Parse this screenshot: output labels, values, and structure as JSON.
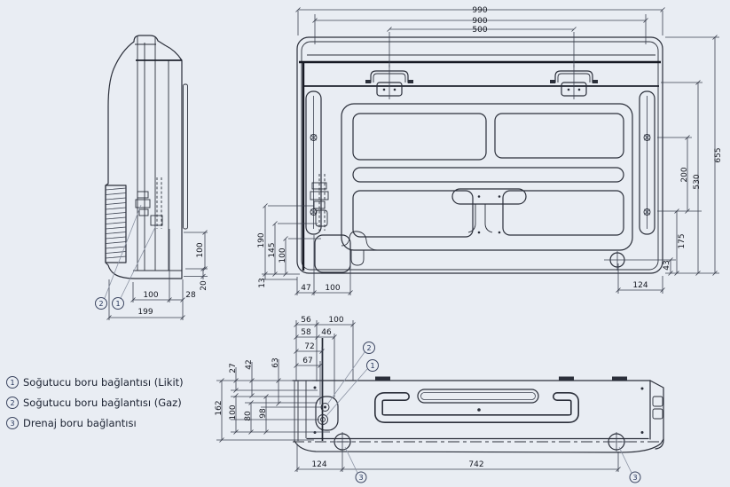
{
  "markers": {
    "one": "1",
    "two": "2",
    "three": "3"
  },
  "legend": {
    "items": [
      {
        "num": "1",
        "label": "Soğutucu boru bağlantısı (Likit)"
      },
      {
        "num": "2",
        "label": "Soğutucu boru bağlantısı (Gaz)"
      },
      {
        "num": "3",
        "label": "Drenaj boru bağlantısı"
      }
    ]
  },
  "front_view": {
    "dims": {
      "w990": "990",
      "w900": "900",
      "w500": "500",
      "h655": "655",
      "h530": "530",
      "h200": "200",
      "h175": "175",
      "h43": "43",
      "w124": "124",
      "h190": "190",
      "h145": "145",
      "h100": "100",
      "h13": "13",
      "w47": "47",
      "w100": "100"
    }
  },
  "side_view": {
    "dims": {
      "d199": "199",
      "w100": "100",
      "w28": "28",
      "h100": "100",
      "h20": "20"
    }
  },
  "bottom_view": {
    "dims": {
      "w56": "56",
      "w100t": "100",
      "w58": "58",
      "w46": "46",
      "w72": "72",
      "w67": "67",
      "d27": "27",
      "d42": "42",
      "d63": "63",
      "d162": "162",
      "d100": "100",
      "d80": "80",
      "d98": "98",
      "off124": "124",
      "span742": "742"
    }
  }
}
